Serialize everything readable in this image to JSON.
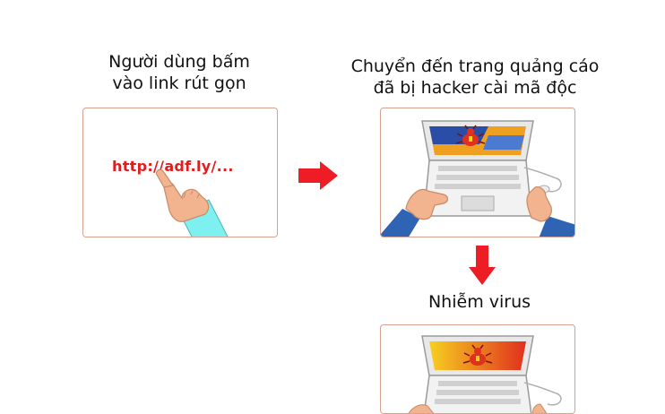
{
  "steps": {
    "step1": {
      "line1": "Người dùng bấm",
      "line2": "vào link rút gọn"
    },
    "step2": {
      "line1": "Chuyển đến trang quảng cáo",
      "line2": "đã bị hacker cài mã độc"
    },
    "step3": {
      "line1": "Nhiễm virus"
    }
  },
  "link_text": "http://adf.ly/...",
  "colors": {
    "arrow": "#ee1c25",
    "panel_border": "#d9a090",
    "link": "#e01e1e",
    "sleeve": "#2f64b4",
    "cuff": "#7ef0f0",
    "skin": "#f2b48e",
    "screen_blue": "#2a4ea8",
    "screen_orange": "#f0a020",
    "virus_screen_yellow": "#f7d020",
    "virus_screen_red": "#e0301e"
  },
  "icons": [
    "pointing-hand-icon",
    "laptop-icon",
    "virus-bug-icon",
    "right-arrow-icon",
    "down-arrow-icon"
  ]
}
